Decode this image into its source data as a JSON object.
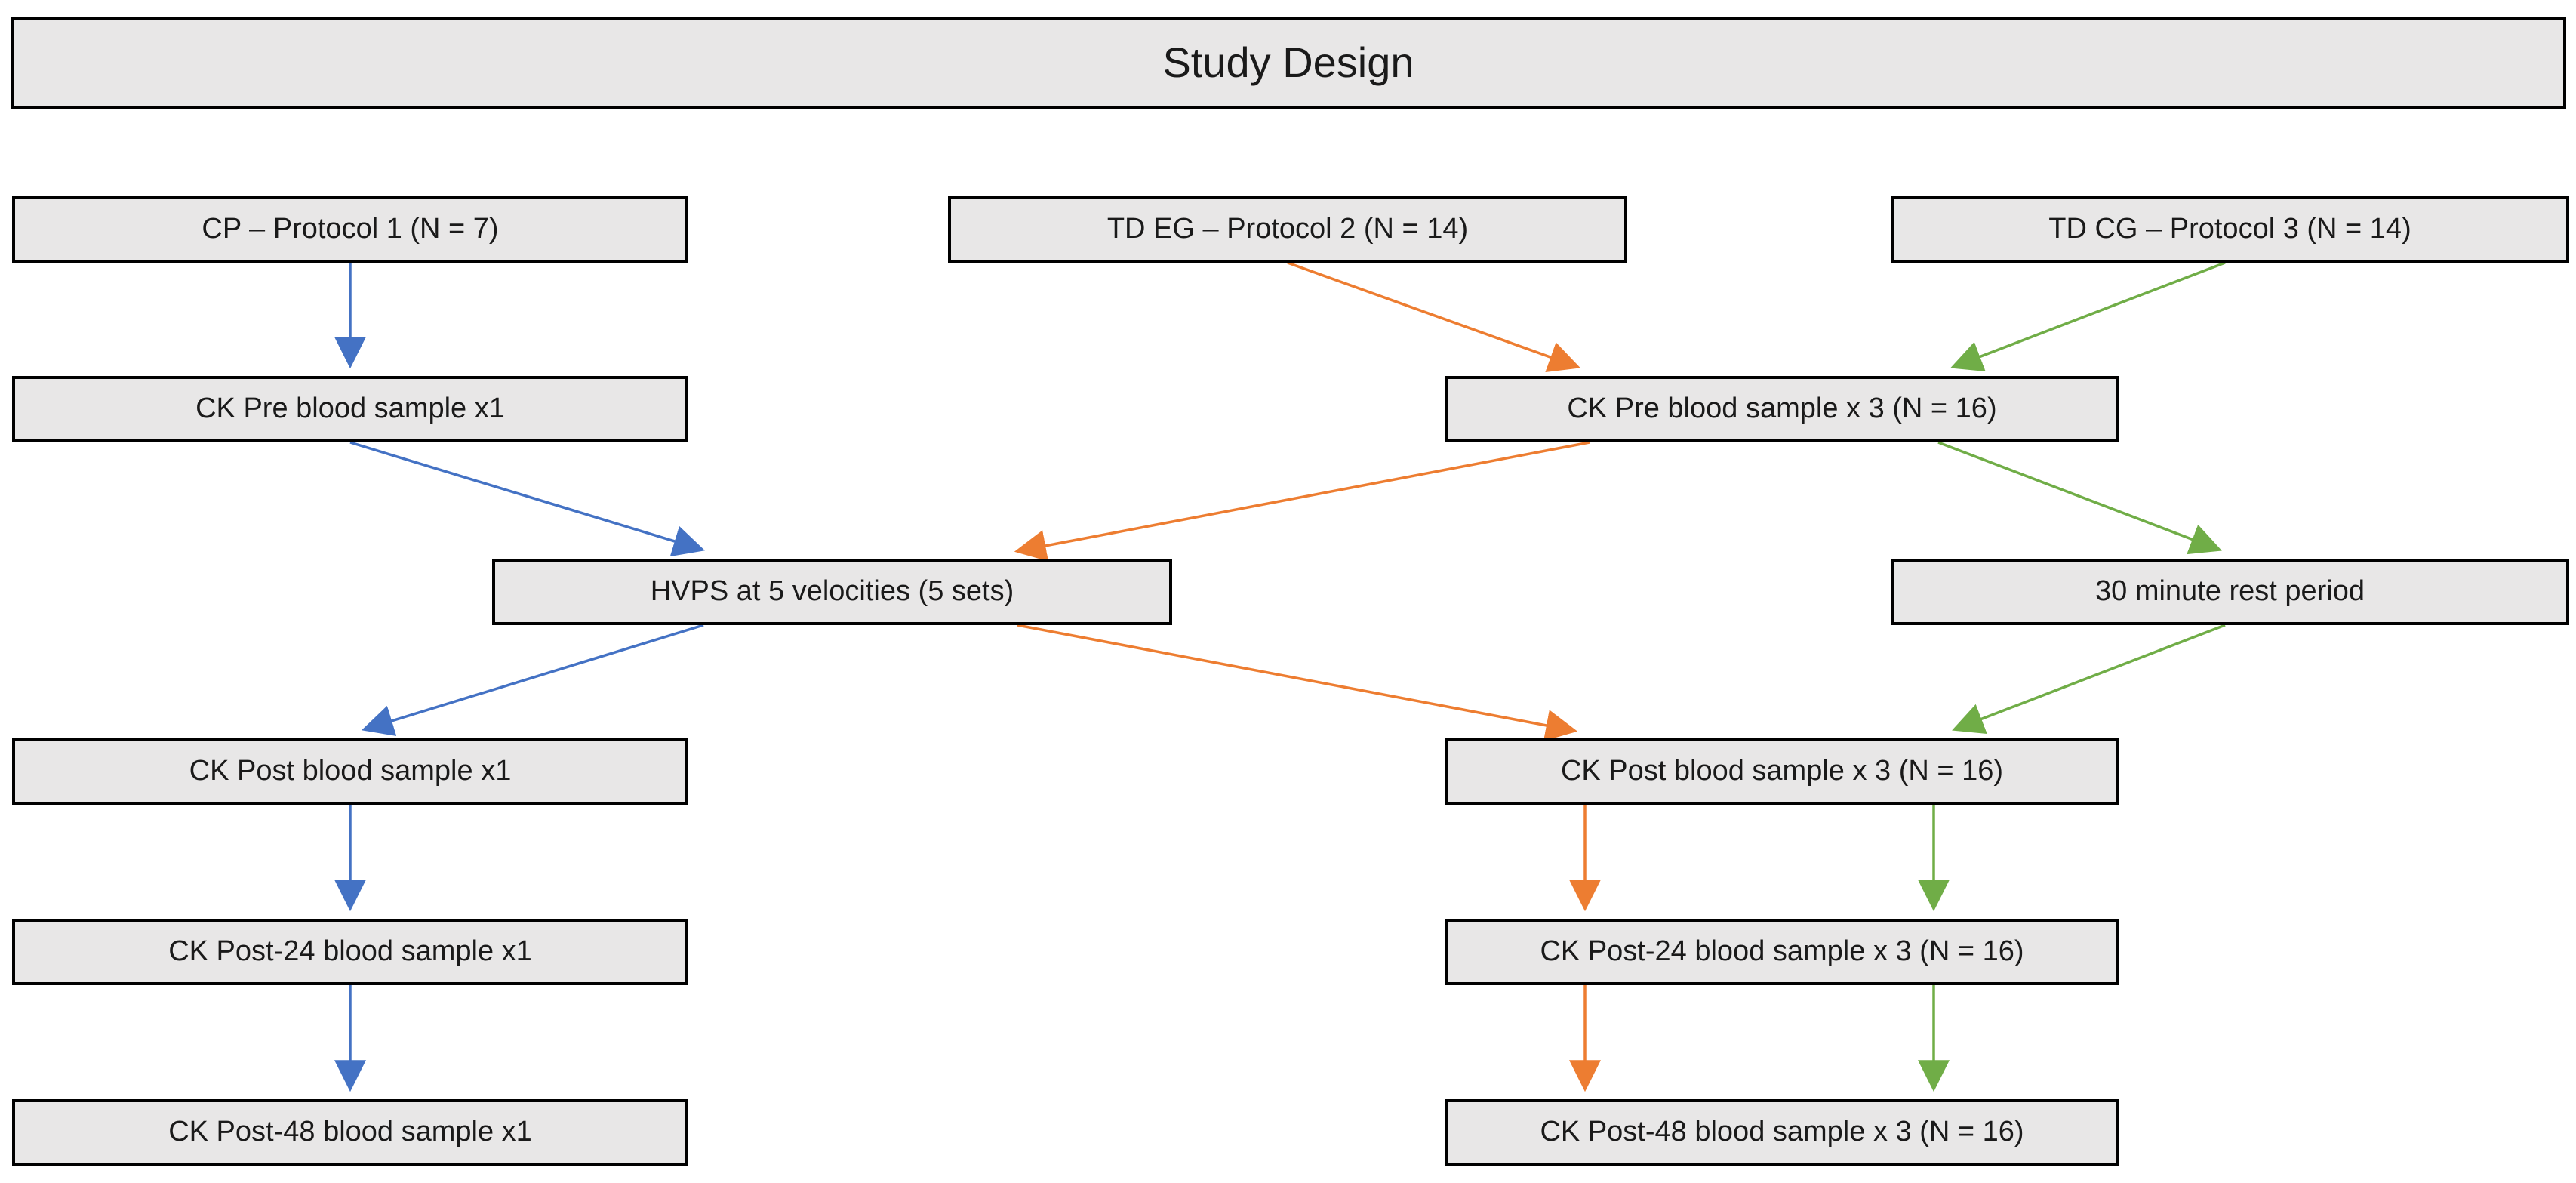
{
  "title": "Study Design",
  "colors": {
    "blue": "#4472C4",
    "orange": "#ED7D31",
    "green": "#70AD47",
    "box_fill": "#E8E7E7",
    "box_border": "#000000"
  },
  "nodes": {
    "cp_protocol1": {
      "label": "CP – Protocol 1 (N = 7)"
    },
    "td_eg_protocol2": {
      "label": "TD EG – Protocol 2 (N = 14)"
    },
    "td_cg_protocol3": {
      "label": "TD CG – Protocol 3 (N = 14)"
    },
    "ck_pre_x1": {
      "label": "CK Pre blood sample x1"
    },
    "ck_pre_x3": {
      "label": "CK Pre blood sample x 3 (N = 16)"
    },
    "hvps": {
      "label": "HVPS at 5 velocities (5 sets)"
    },
    "rest_30": {
      "label": "30 minute rest period"
    },
    "ck_post_x1": {
      "label": "CK Post blood sample x1"
    },
    "ck_post_x3": {
      "label": "CK Post blood sample x 3 (N = 16)"
    },
    "ck_post24_x1": {
      "label": "CK Post-24 blood sample x1"
    },
    "ck_post24_x3": {
      "label": "CK Post-24 blood sample x 3 (N = 16)"
    },
    "ck_post48_x1": {
      "label": "CK Post-48 blood sample x1"
    },
    "ck_post48_x3": {
      "label": "CK Post-48 blood sample x 3 (N = 16)"
    }
  },
  "edges": [
    {
      "from": "cp_protocol1",
      "to": "ck_pre_x1",
      "color": "blue"
    },
    {
      "from": "ck_pre_x1",
      "to": "hvps",
      "color": "blue"
    },
    {
      "from": "hvps",
      "to": "ck_post_x1",
      "color": "blue"
    },
    {
      "from": "ck_post_x1",
      "to": "ck_post24_x1",
      "color": "blue"
    },
    {
      "from": "ck_post24_x1",
      "to": "ck_post48_x1",
      "color": "blue"
    },
    {
      "from": "td_eg_protocol2",
      "to": "ck_pre_x3",
      "color": "orange"
    },
    {
      "from": "ck_pre_x3",
      "to": "hvps",
      "color": "orange"
    },
    {
      "from": "hvps",
      "to": "ck_post_x3",
      "color": "orange"
    },
    {
      "from": "ck_post_x3",
      "to": "ck_post24_x3",
      "color": "orange"
    },
    {
      "from": "ck_post24_x3",
      "to": "ck_post48_x3",
      "color": "orange"
    },
    {
      "from": "td_cg_protocol3",
      "to": "ck_pre_x3",
      "color": "green"
    },
    {
      "from": "ck_pre_x3",
      "to": "rest_30",
      "color": "green"
    },
    {
      "from": "rest_30",
      "to": "ck_post_x3",
      "color": "green"
    },
    {
      "from": "ck_post_x3",
      "to": "ck_post24_x3",
      "color": "green"
    },
    {
      "from": "ck_post24_x3",
      "to": "ck_post48_x3",
      "color": "green"
    }
  ]
}
